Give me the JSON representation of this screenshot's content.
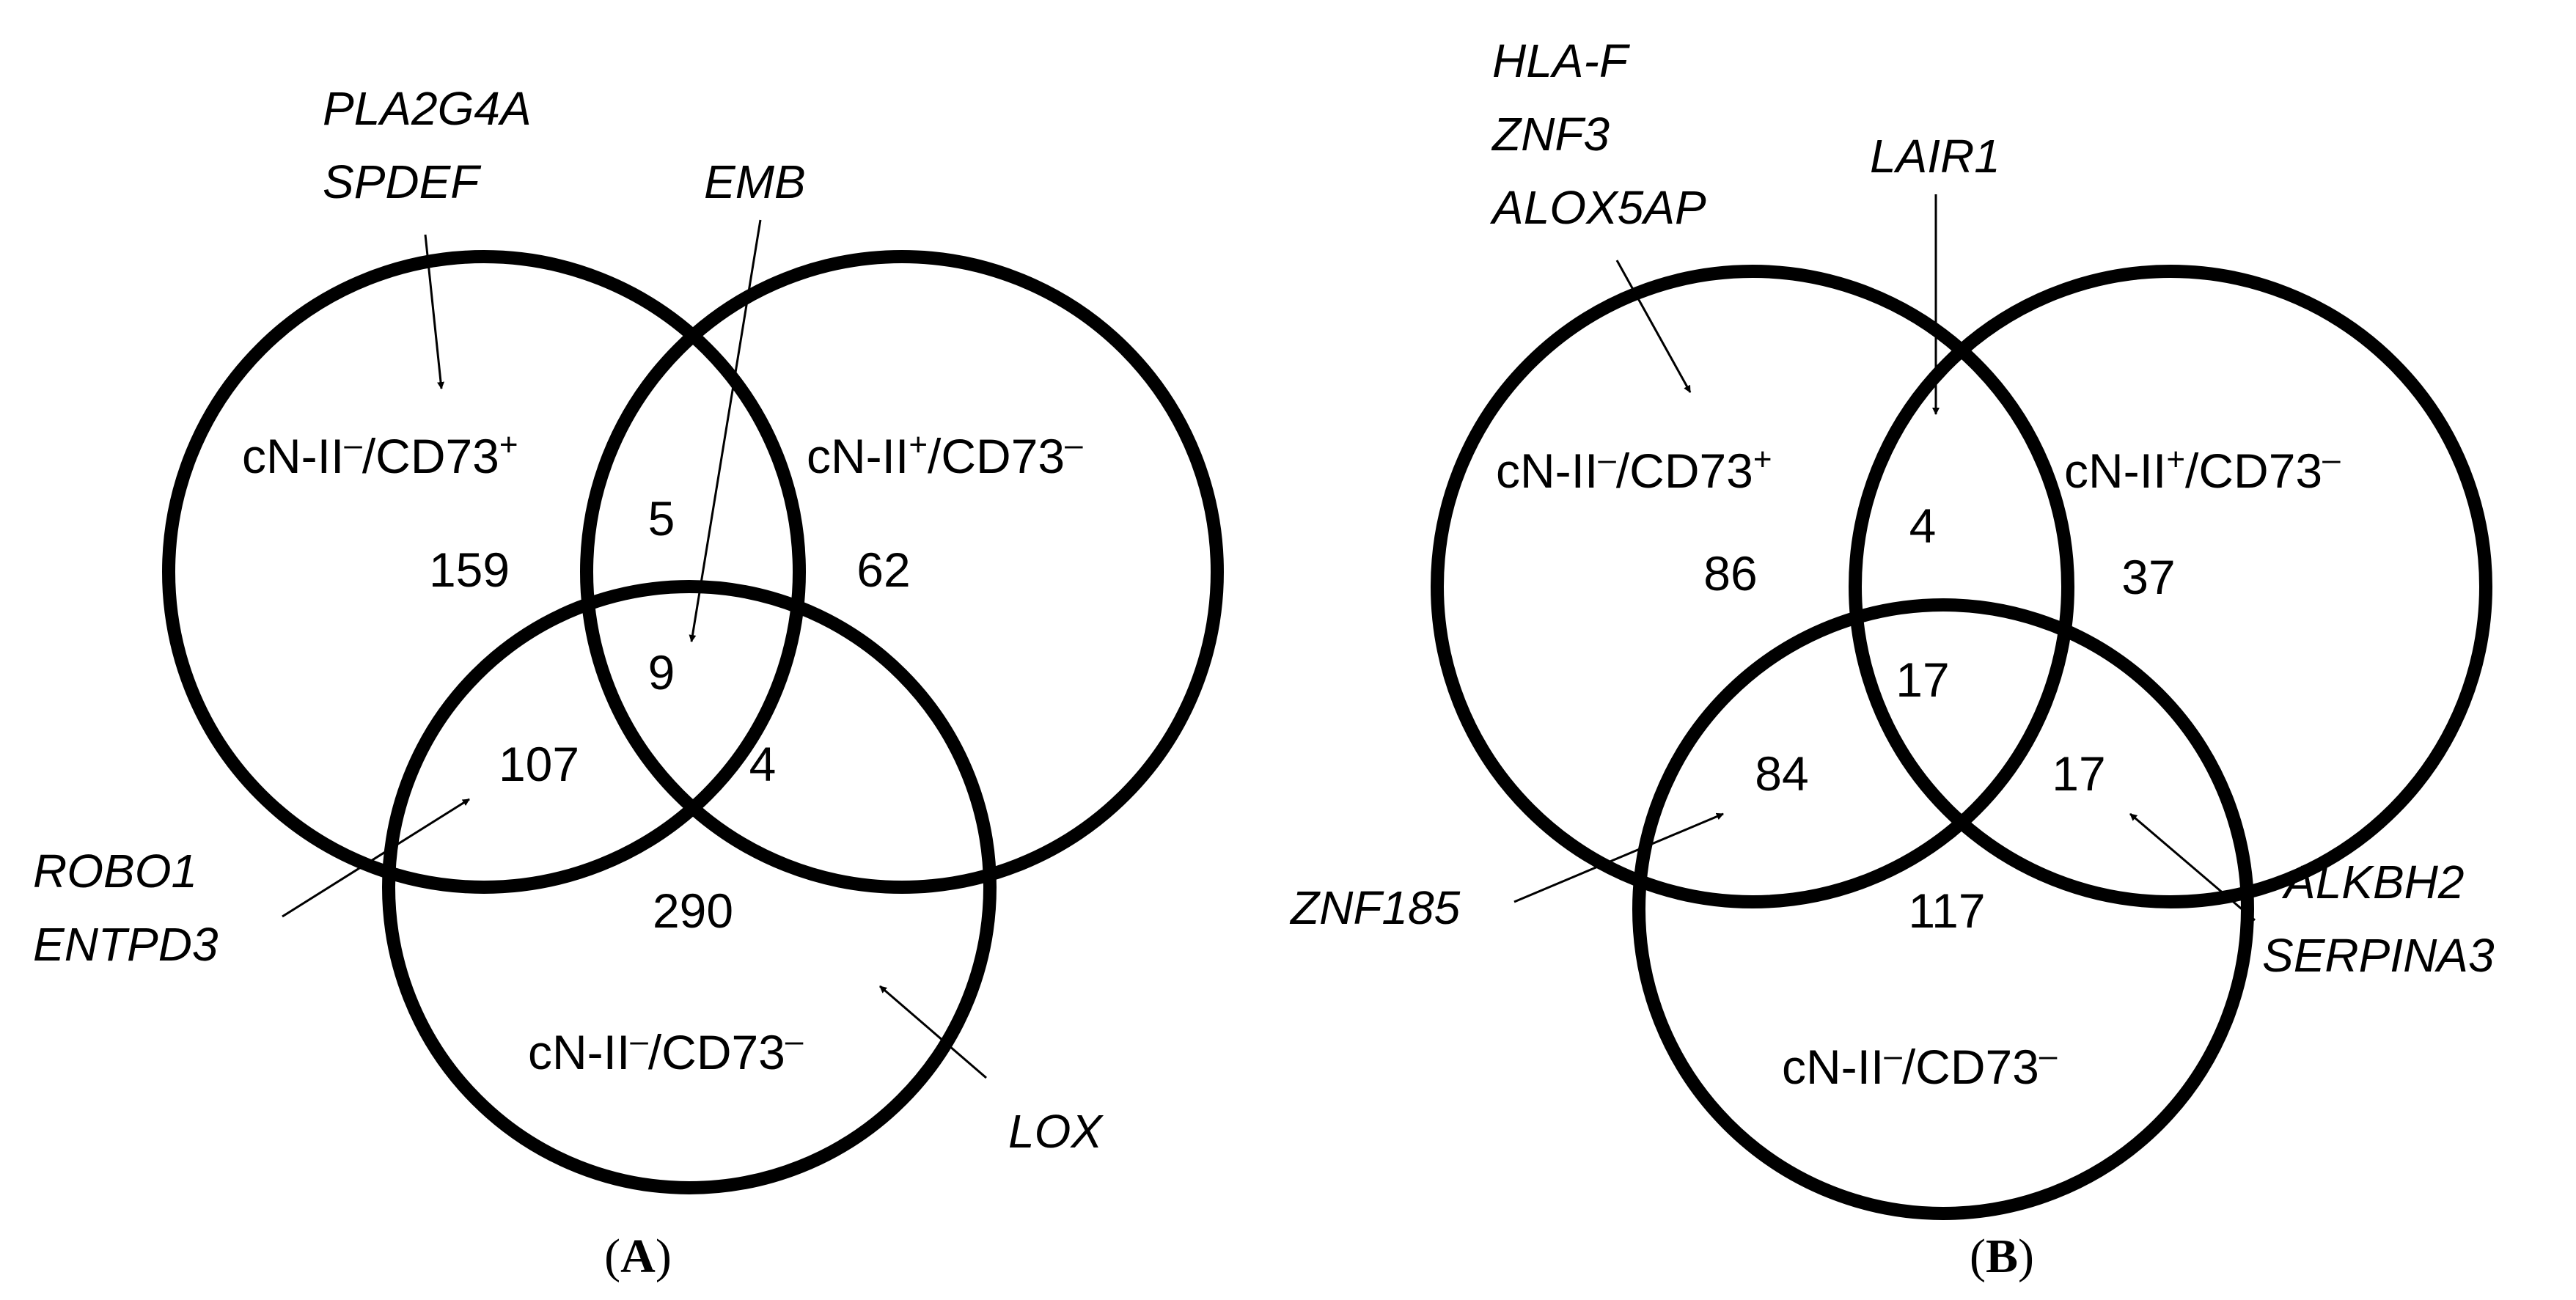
{
  "panel_a": {
    "caption_open": "(",
    "caption_letter": "A",
    "caption_close": ")",
    "set_left": {
      "pre": "cN-II",
      "sup1": "–",
      "mid": "/CD73",
      "sup2": "+"
    },
    "set_right": {
      "pre": "cN-II",
      "sup1": "+",
      "mid": "/CD73",
      "sup2": "–"
    },
    "set_bottom": {
      "pre": "cN-II",
      "sup1": "–",
      "mid": "/CD73",
      "sup2": "–"
    },
    "counts": {
      "left_only": "159",
      "right_only": "62",
      "bottom_only": "290",
      "left_right": "5",
      "all_three": "9",
      "left_bottom": "107",
      "right_bottom": "4"
    },
    "genes": {
      "left_only": [
        "PLA2G4A",
        "SPDEF"
      ],
      "all_three": [
        "EMB"
      ],
      "left_bottom": [
        "ROBO1",
        "ENTPD3"
      ],
      "bottom_only": [
        "LOX"
      ]
    }
  },
  "panel_b": {
    "caption_open": "(",
    "caption_letter": "B",
    "caption_close": ")",
    "set_left": {
      "pre": "cN-II",
      "sup1": "–",
      "mid": "/CD73",
      "sup2": "+"
    },
    "set_right": {
      "pre": "cN-II",
      "sup1": "+",
      "mid": "/CD73",
      "sup2": "–"
    },
    "set_bottom": {
      "pre": "cN-II",
      "sup1": "–",
      "mid": "/CD73",
      "sup2": "–"
    },
    "counts": {
      "left_only": "86",
      "right_only": "37",
      "bottom_only": "117",
      "left_right": "4",
      "all_three": "17",
      "left_bottom": "84",
      "right_bottom": "17"
    },
    "genes": {
      "left_only": [
        "HLA-F",
        "ZNF3",
        "ALOX5AP"
      ],
      "left_right": [
        "LAIR1"
      ],
      "left_bottom": [
        "ZNF185"
      ],
      "right_bottom": [
        "ALKBH2",
        "SERPINA3"
      ]
    }
  }
}
